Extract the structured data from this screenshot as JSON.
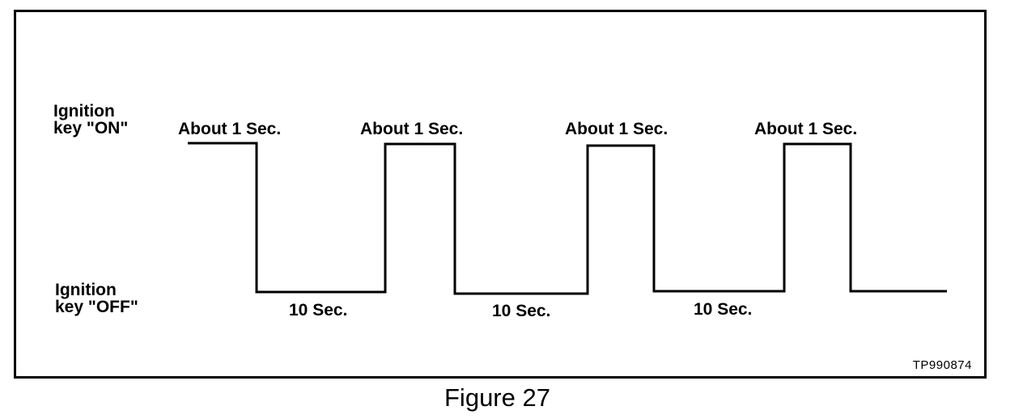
{
  "diagram": {
    "state_labels": {
      "on": "Ignition\nkey \"ON\"",
      "off": "Ignition\nkey \"OFF\""
    },
    "on_durations": [
      "About 1 Sec.",
      "About 1 Sec.",
      "About 1 Sec.",
      "About 1 Sec."
    ],
    "off_durations": [
      "10 Sec.",
      "10 Sec.",
      "10 Sec."
    ],
    "reference_code": "TP990874",
    "caption": "Figure 27"
  }
}
